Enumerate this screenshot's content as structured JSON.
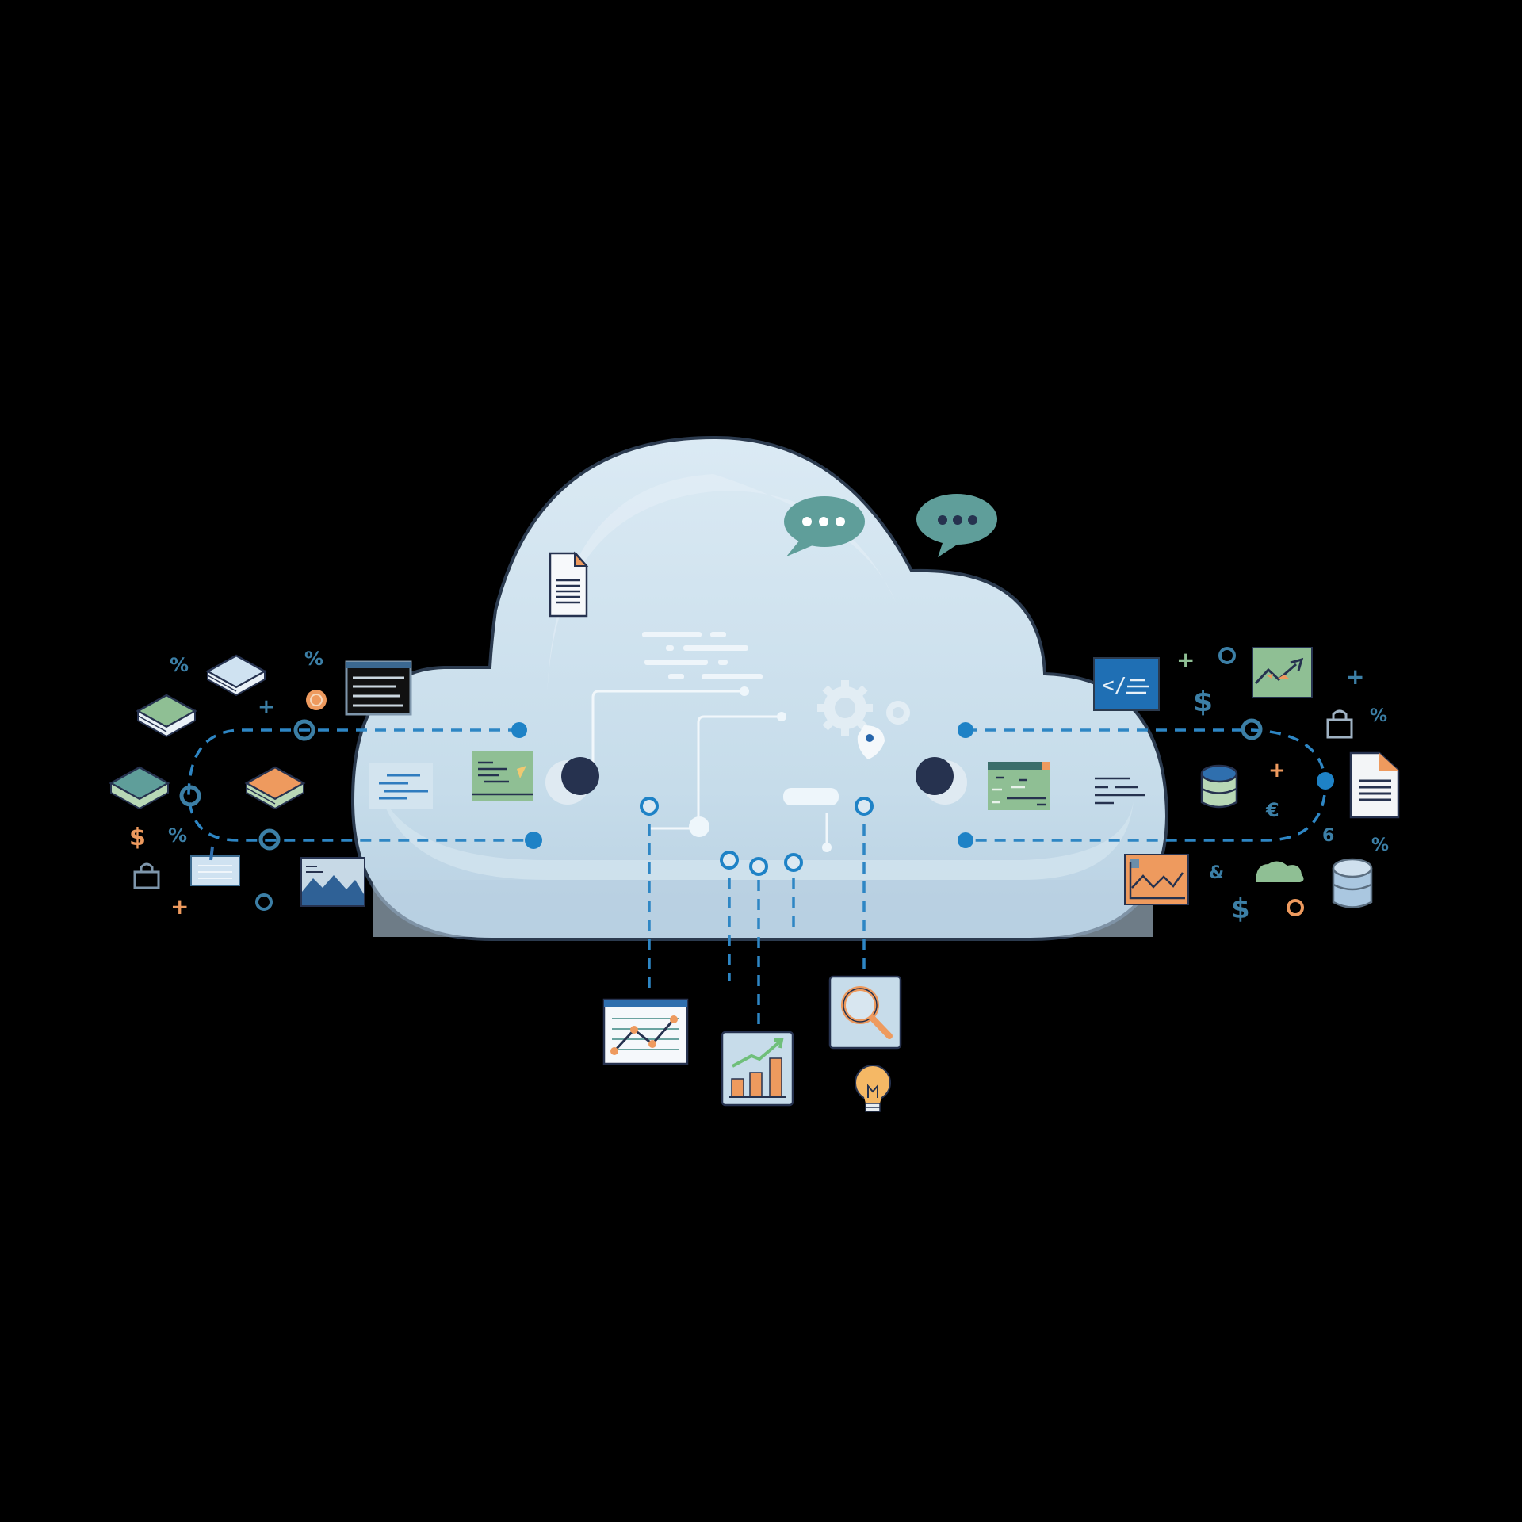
{
  "diagram": {
    "title": "",
    "subject": "cloud-computing-data-network",
    "background": "#000000",
    "colors": {
      "cloud_fill": "#c9dfec",
      "cloud_highlight": "#dbeaf4",
      "cloud_outline": "#2b3a4e",
      "connector_blue": "#1e82c6",
      "node_dark": "#26324f",
      "teal": "#5f9e9a",
      "orange": "#ee9a5e",
      "green": "#8fbf94",
      "icon_blue": "#2f6fae",
      "accent_steel": "#3c7fa6"
    },
    "cloud": {
      "speech_bubbles": [
        {
          "name": "chat-bubble-inner"
        },
        {
          "name": "chat-bubble-outer"
        }
      ],
      "document": {
        "name": "document-icon"
      },
      "gears": {
        "name": "gears-icon"
      }
    },
    "left_cluster": {
      "symbols": [
        "%",
        "%",
        "+",
        "$",
        "%",
        "+"
      ],
      "items": [
        "stack-blue",
        "stack-green",
        "stack-teal",
        "stack-orange",
        "terminal-window",
        "note-card",
        "mountain-chart",
        "lock",
        "coin"
      ]
    },
    "right_cluster": {
      "symbols": [
        "+",
        "$",
        "+",
        "%",
        "+",
        "€",
        "6",
        "%",
        "&",
        "$"
      ],
      "items": [
        "code-window",
        "trend-chart",
        "lock",
        "database-green",
        "document",
        "orange-line-chart",
        "cloud-green",
        "database-blue"
      ]
    },
    "bottom_outputs": [
      {
        "name": "line-chart-window"
      },
      {
        "name": "bar-chart-growth"
      },
      {
        "name": "magnifier-search"
      },
      {
        "name": "lightbulb-idea"
      }
    ]
  }
}
